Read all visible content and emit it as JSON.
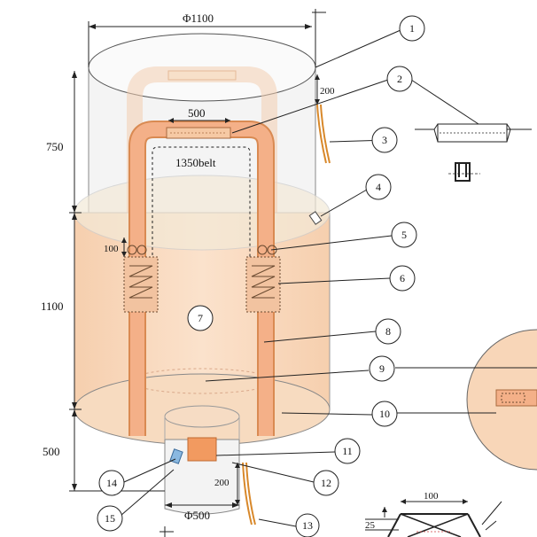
{
  "dimensions": {
    "top_diameter": "Φ1100",
    "body_upper_height": "750",
    "body_middle_height": "1100",
    "spout_height": "500",
    "loop_offset": "200",
    "loop_width": "500",
    "belt_length": "1350belt",
    "loop_stitch": "100",
    "spout_diameter": "Φ500",
    "spout_tie_length": "200",
    "detail_width": "100",
    "detail_height": "25"
  },
  "callouts": [
    "1",
    "2",
    "3",
    "4",
    "5",
    "6",
    "7",
    "8",
    "9",
    "10",
    "11",
    "12",
    "13",
    "14",
    "15"
  ],
  "colors": {
    "fabric": "#f8d6b8",
    "belt": "#f0a878",
    "belt_stroke": "#d07a40",
    "line": "#222222",
    "tie": "#d8882a",
    "clip": "#8ab8e0"
  }
}
